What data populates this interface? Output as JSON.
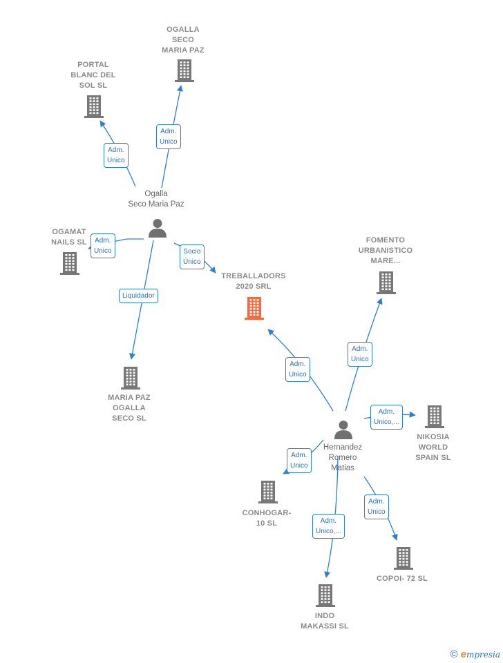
{
  "colors": {
    "edge": "#2f7fd1",
    "company_icon": "#777777",
    "main_company_icon": "#f26a3d",
    "person_icon": "#707070"
  },
  "nodes": {
    "ogalla_seco_maria_paz_company": {
      "label": "OGALLA\nSECO\nMARIA PAZ",
      "kind": "company"
    },
    "portal_blanc_del_sol": {
      "label": "PORTAL\nBLANC DEL\nSOL SL",
      "kind": "company"
    },
    "ogalla_person": {
      "label": "Ogalla\nSeco Maria Paz",
      "kind": "person"
    },
    "ogamat_nails": {
      "label": "OGAMAT\nNAILS  SL",
      "kind": "company"
    },
    "treballadors": {
      "label": "TREBALLADORS\n2020 SRL",
      "kind": "main-company"
    },
    "fomento_urbanistico": {
      "label": "FOMENTO\nURBANISTICO\nMARE...",
      "kind": "company"
    },
    "maria_paz_ogalla_seco": {
      "label": "MARIA PAZ\nOGALLA\nSECO SL",
      "kind": "company"
    },
    "hernandez_person": {
      "label": "Hernandez\nRomero\nMatias",
      "kind": "person"
    },
    "nikosia": {
      "label": "NIKOSIA\nWORLD\nSPAIN  SL",
      "kind": "company"
    },
    "conhogar": {
      "label": "CONHOGAR-\n10 SL",
      "kind": "company"
    },
    "copoi": {
      "label": "COPOI- 72 SL",
      "kind": "company"
    },
    "indo_makassi": {
      "label": "INDO\nMAKASSI SL",
      "kind": "company"
    }
  },
  "edges": [
    {
      "from": "ogalla_person",
      "to": "ogalla_seco_maria_paz_company",
      "label": "Adm.\nUnico"
    },
    {
      "from": "ogalla_person",
      "to": "portal_blanc_del_sol",
      "label": "Adm.\nUnico"
    },
    {
      "from": "ogalla_person",
      "to": "ogamat_nails",
      "label": "Adm.\nUnico"
    },
    {
      "from": "ogalla_person",
      "to": "treballadors",
      "label": "Socio\nÚnico"
    },
    {
      "from": "ogalla_person",
      "to": "maria_paz_ogalla_seco",
      "label": "Liquidador"
    },
    {
      "from": "hernandez_person",
      "to": "treballadors",
      "label": "Adm.\nUnico"
    },
    {
      "from": "hernandez_person",
      "to": "fomento_urbanistico",
      "label": "Adm.\nUnico"
    },
    {
      "from": "hernandez_person",
      "to": "nikosia",
      "label": "Adm.\nUnico,..."
    },
    {
      "from": "hernandez_person",
      "to": "conhogar",
      "label": "Adm.\nUnico"
    },
    {
      "from": "hernandez_person",
      "to": "copoi",
      "label": "Adm.\nUnico"
    },
    {
      "from": "hernandez_person",
      "to": "indo_makassi",
      "label": "Adm.\nUnico,..."
    }
  ],
  "footer": {
    "copyright_symbol": "©",
    "brand_initial": "e",
    "brand_rest": "mpresia"
  }
}
